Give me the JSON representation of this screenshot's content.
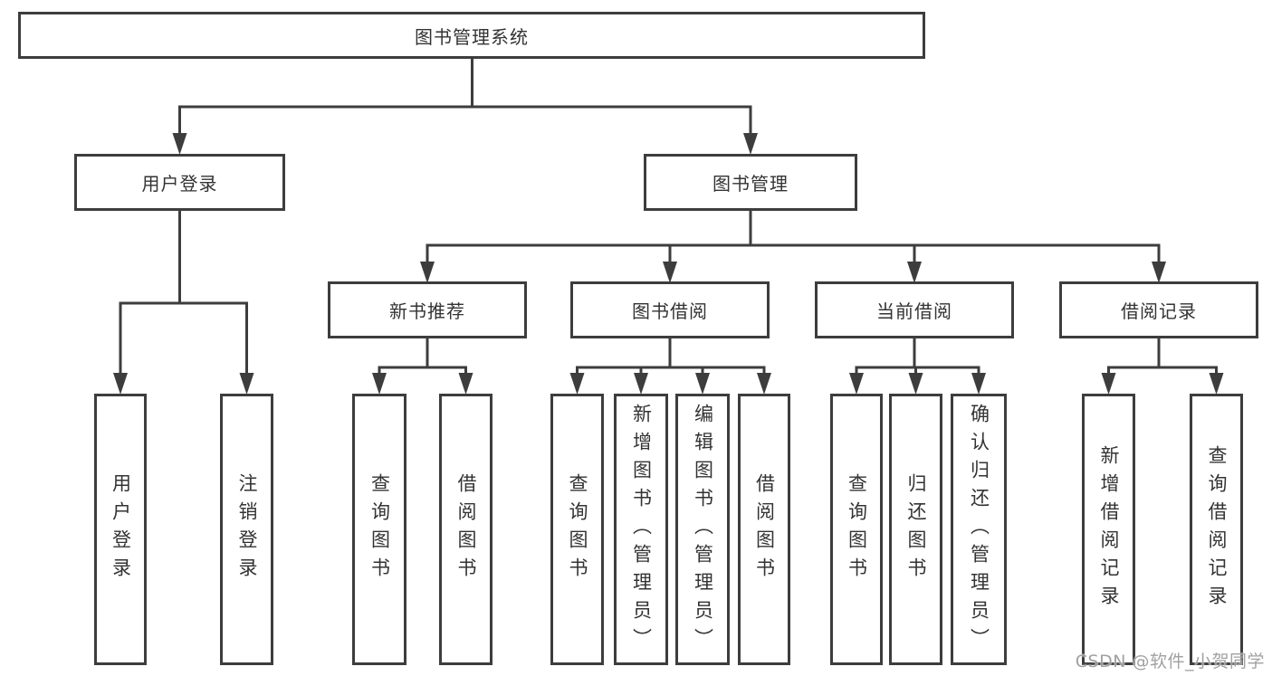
{
  "diagram": {
    "line_color": "#3d3d3d",
    "text_color": "#333333",
    "tree": {
      "label": "图书管理系统",
      "children": [
        {
          "label": "用户登录",
          "children": [
            {
              "label": "用户登录"
            },
            {
              "label": "注销登录"
            }
          ]
        },
        {
          "label": "图书管理",
          "children": [
            {
              "label": "新书推荐",
              "children": [
                {
                  "label": "查询图书"
                },
                {
                  "label": "借阅图书"
                }
              ]
            },
            {
              "label": "图书借阅",
              "children": [
                {
                  "label": "查询图书"
                },
                {
                  "label": "新增图书（管理员）"
                },
                {
                  "label": "编辑图书（管理员）"
                },
                {
                  "label": "借阅图书"
                }
              ]
            },
            {
              "label": "当前借阅",
              "children": [
                {
                  "label": "查询图书"
                },
                {
                  "label": "归还图书"
                },
                {
                  "label": "确认归还（管理员）"
                }
              ]
            },
            {
              "label": "借阅记录",
              "children": [
                {
                  "label": "新增借阅记录"
                },
                {
                  "label": "查询借阅记录"
                }
              ]
            }
          ]
        }
      ]
    }
  },
  "watermark": {
    "text": "CSDN @软件_小贺同学",
    "color": "#9c9c9c"
  }
}
